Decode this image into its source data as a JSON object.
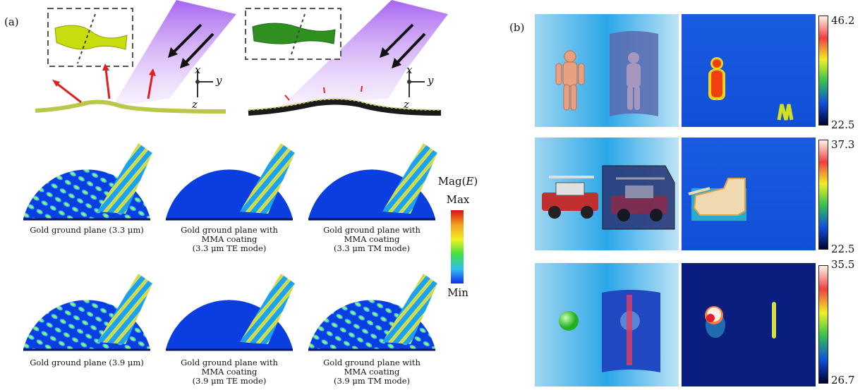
{
  "panel_a": {
    "label": "(a)",
    "axes": {
      "x": "x",
      "y": "y",
      "z": "z"
    },
    "colorbar": {
      "title": "Mag(E)",
      "max_label": "Max",
      "min_label": "Min"
    },
    "captions_row1": [
      [
        "Gold ground plane (3.3 μm)"
      ],
      [
        "Gold ground plane with",
        "MMA coating",
        "(3.3 μm TE mode)"
      ],
      [
        "Gold ground plane with",
        "MMA coating",
        "(3.3 μm TM mode)"
      ]
    ],
    "captions_row2": [
      [
        "Gold ground plane (3.9 μm)"
      ],
      [
        "Gold ground plane with",
        "MMA coating",
        "(3.9 μm TE mode)"
      ],
      [
        "Gold ground plane with",
        "MMA coating",
        "(3.9 μm TM mode)"
      ]
    ]
  },
  "panel_b": {
    "label": "(b)",
    "rows": [
      {
        "max": "46.2",
        "min": "22.5"
      },
      {
        "max": "37.3",
        "min": "22.5"
      },
      {
        "max": "35.5",
        "min": "26.7"
      }
    ]
  }
}
